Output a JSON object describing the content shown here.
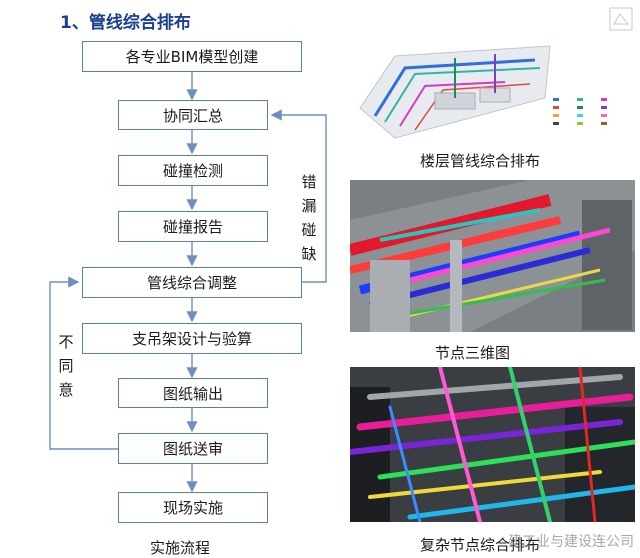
{
  "title": "1、管线综合排布",
  "flow": {
    "steps": [
      "各专业BIM模型创建",
      "协同汇总",
      "碰撞检测",
      "碰撞报告",
      "管线综合调整",
      "支吊架设计与验算",
      "图纸输出",
      "图纸送审",
      "现场实施"
    ],
    "loop_right_label": "错漏碰缺",
    "loop_left_label": "不同意",
    "caption": "实施流程"
  },
  "images": {
    "floor_caption": "楼层管线综合排布",
    "node3d_caption": "节点三维图",
    "complex_caption": "复杂节点综合排布"
  },
  "watermark": "建工业与建设连公司",
  "colors": {
    "title": "#1a3f8f",
    "box_border": "#5a7fb5",
    "arrow": "#6f8fc0"
  }
}
